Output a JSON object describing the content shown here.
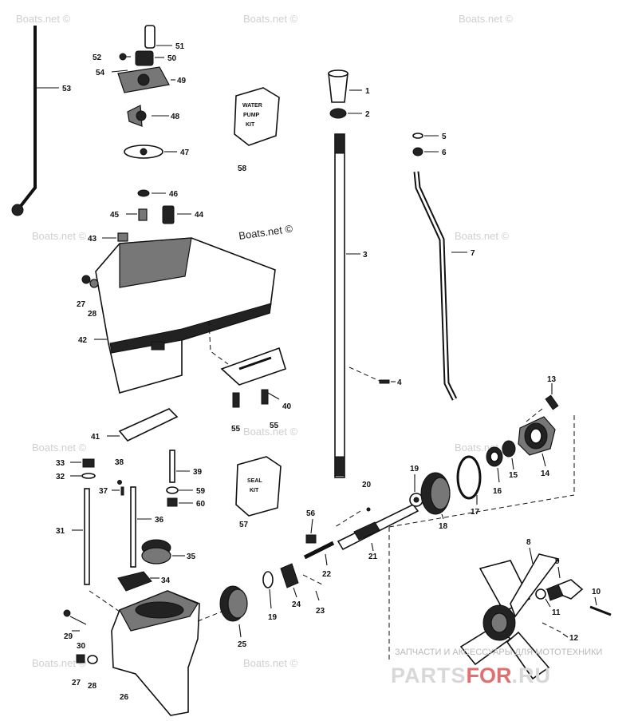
{
  "watermark_text": "Boats.net ©",
  "watermark_main": "Boats.net ©",
  "kits": {
    "water_pump": [
      "WATER",
      "PUMP",
      "KIT"
    ],
    "seal": [
      "SEAL",
      "KIT"
    ]
  },
  "brand": {
    "subtitle": "ЗАПЧАСТИ И АКСЕССУАРЫ ДЛЯ МОТОТЕХНИКИ",
    "name_part1": "PARTS",
    "name_part2": "FOR",
    "name_part3": ".RU"
  },
  "labels": {
    "p1": "1",
    "p2": "2",
    "p3": "3",
    "p4": "4",
    "p5": "5",
    "p6": "6",
    "p7": "7",
    "p8": "8",
    "p9": "9",
    "p10": "10",
    "p11": "11",
    "p12": "12",
    "p13": "13",
    "p14": "14",
    "p15": "15",
    "p16": "16",
    "p17": "17",
    "p18": "18",
    "p19a": "19",
    "p19b": "19",
    "p20": "20",
    "p21": "21",
    "p22": "22",
    "p23": "23",
    "p24": "24",
    "p25": "25",
    "p26": "26",
    "p27a": "27",
    "p27b": "27",
    "p28a": "28",
    "p28b": "28",
    "p29": "29",
    "p30": "30",
    "p31": "31",
    "p32": "32",
    "p33": "33",
    "p34": "34",
    "p35": "35",
    "p36": "36",
    "p37": "37",
    "p38": "38",
    "p39": "39",
    "p40": "40",
    "p41": "41",
    "p42": "42",
    "p43": "43",
    "p44": "44",
    "p45": "45",
    "p46": "46",
    "p47": "47",
    "p48": "48",
    "p49": "49",
    "p50": "50",
    "p51": "51",
    "p52": "52",
    "p53": "53",
    "p54": "54",
    "p55a": "55",
    "p55b": "55",
    "p56": "56",
    "p57": "57",
    "p58": "58",
    "p59": "59",
    "p60": "60"
  }
}
